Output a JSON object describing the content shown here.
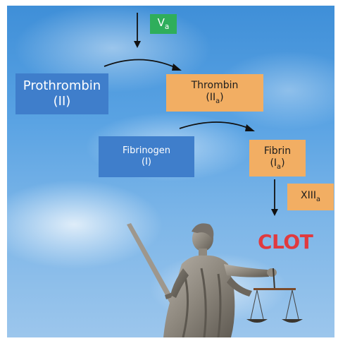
{
  "nodes": {
    "va": {
      "main": "V",
      "sub": "a"
    },
    "prothrombin": {
      "line1": "Prothrombin",
      "line2": "(II)"
    },
    "thrombin": {
      "line1": "Thrombin",
      "line2_main": "(II",
      "line2_sub": "a",
      "line2_end": ")"
    },
    "fibrinogen": {
      "line1": "Fibrinogen",
      "line2": "(I)"
    },
    "fibrin": {
      "line1": "Fibrin",
      "line2_main": "(I",
      "line2_sub": "a",
      "line2_end": ")"
    },
    "xiiia": {
      "main": "XIII",
      "sub": "a"
    }
  },
  "clot_label": "CLOT",
  "colors": {
    "blue_box": "#3f7ecb",
    "orange_box": "#f2ae63",
    "green_box": "#2fae5b",
    "clot_red": "#e03a3f"
  }
}
